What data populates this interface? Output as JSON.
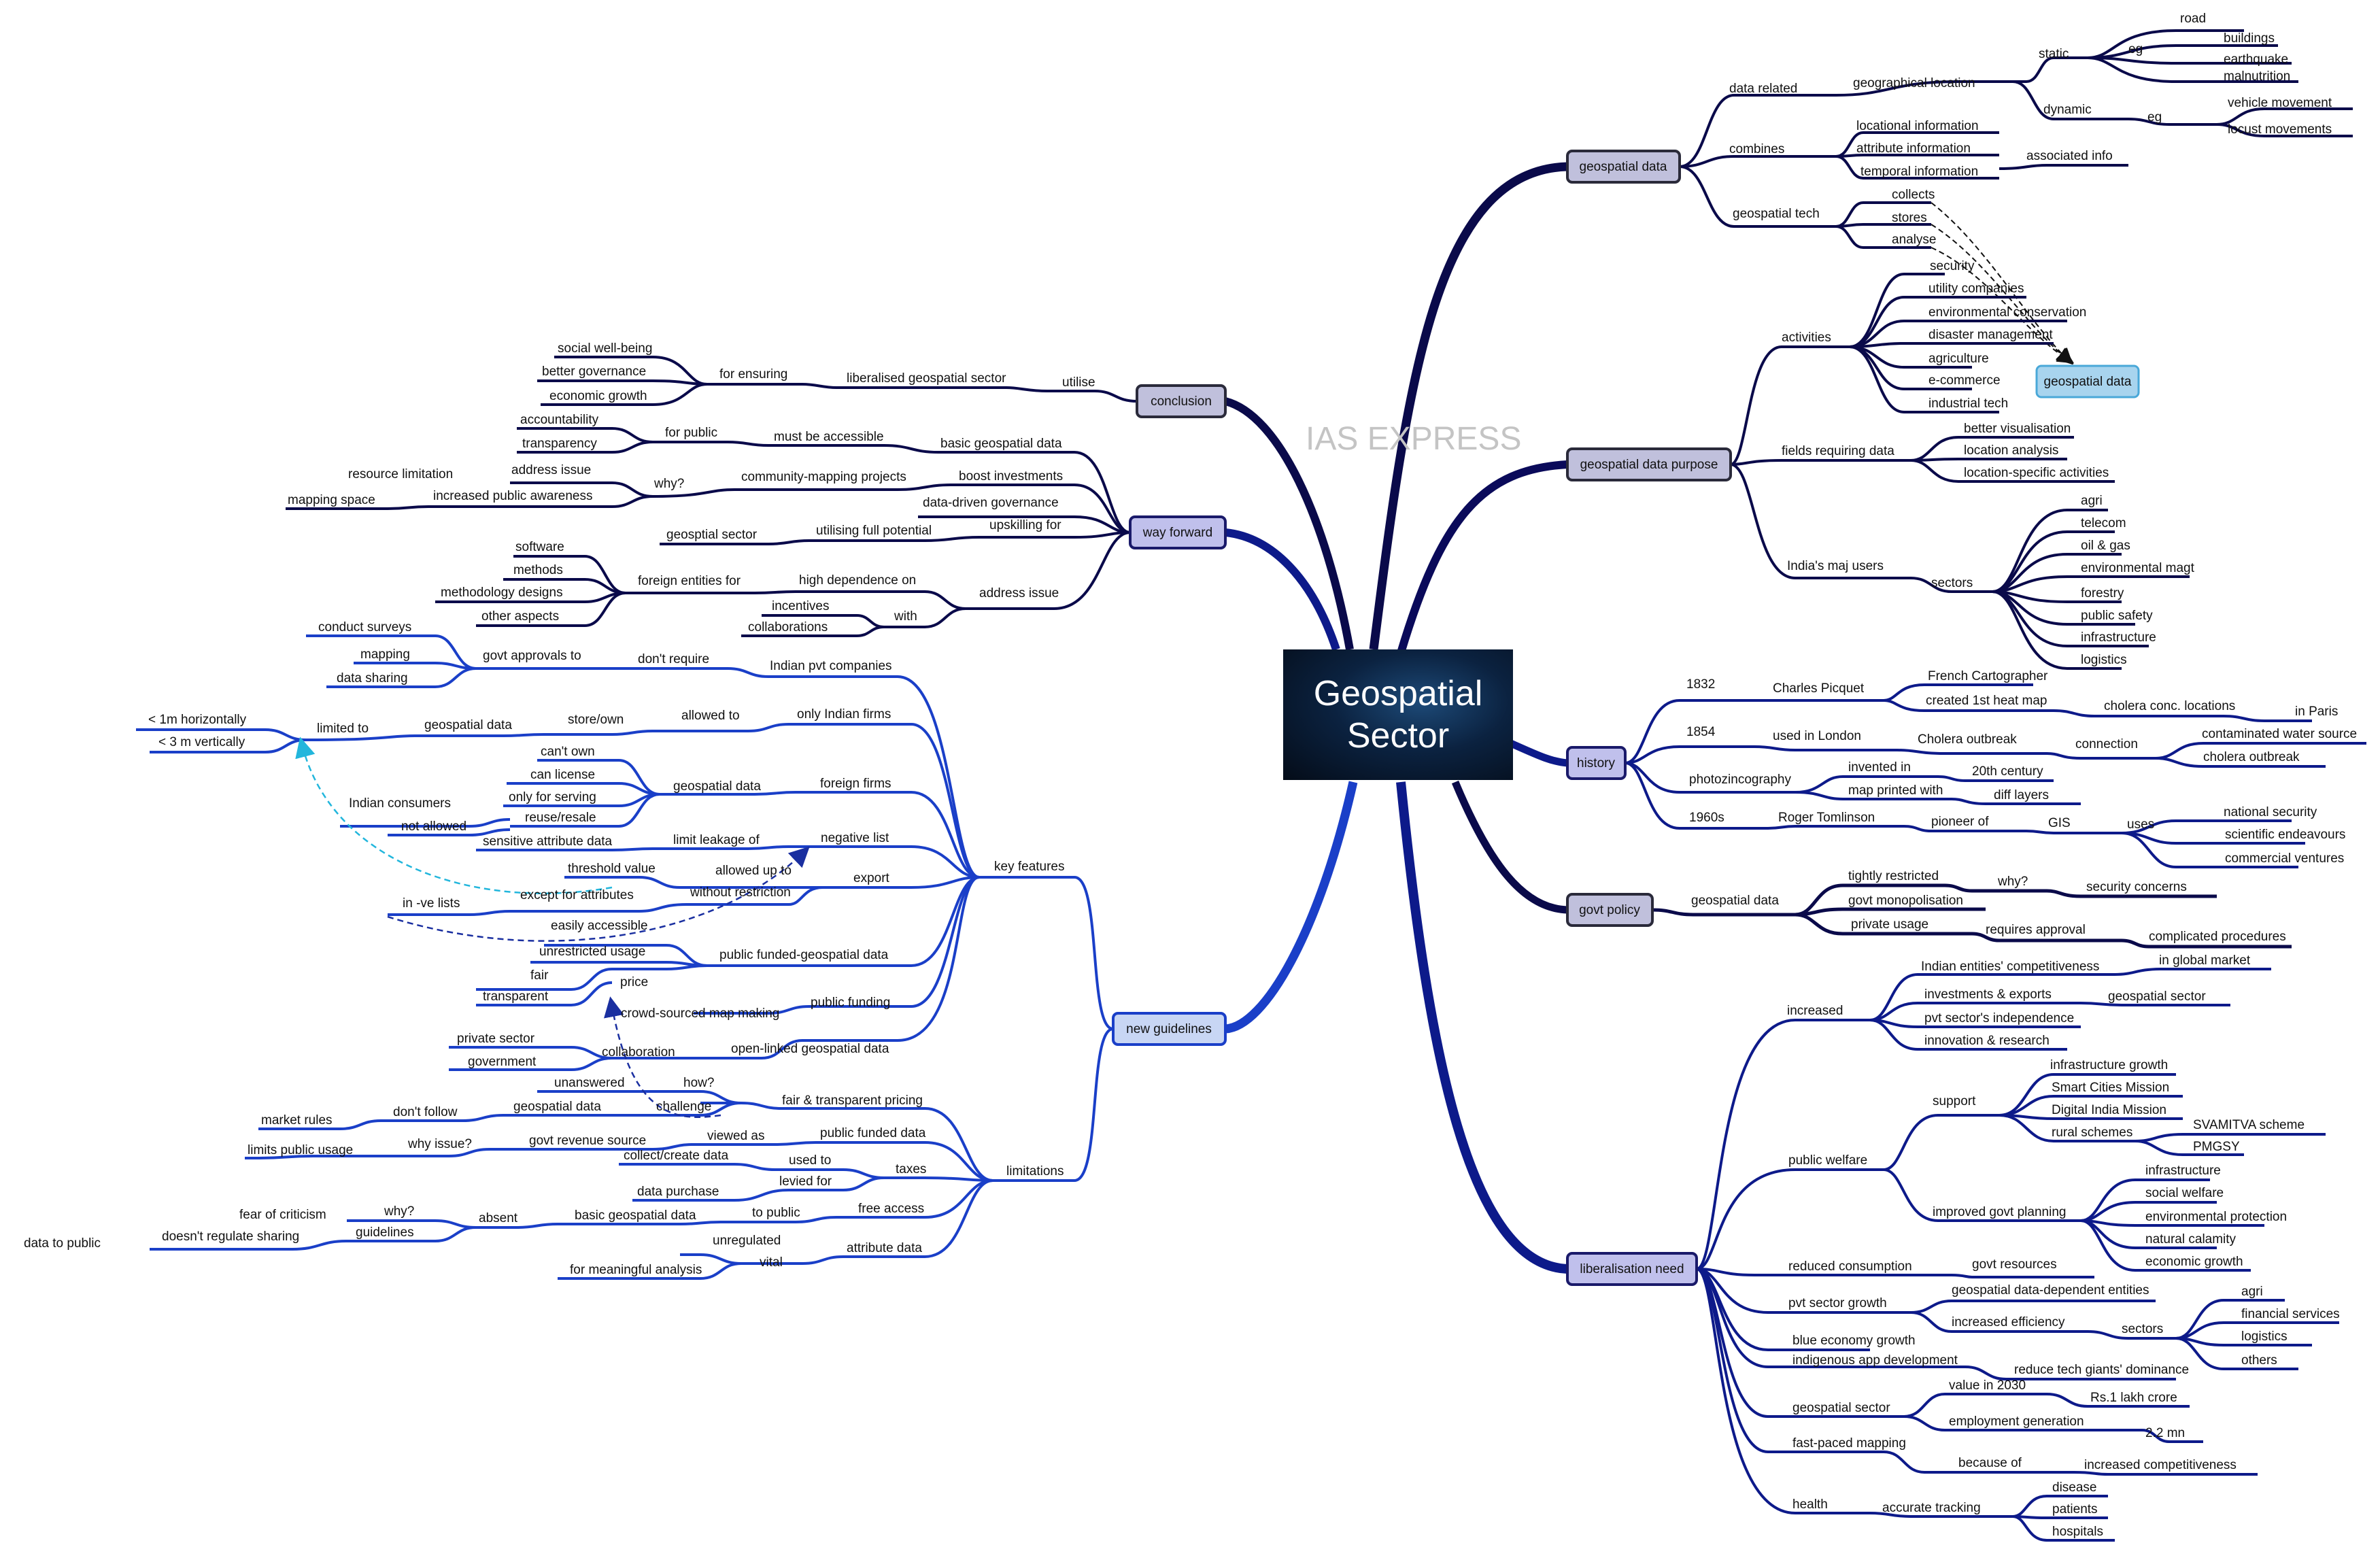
{
  "central": {
    "line1": "Geospatial",
    "line2": "Sector"
  },
  "watermark": "IAS EXPRESS",
  "colors": {
    "dark": "#0a0a4a",
    "navy": "#0d1a8a",
    "blue": "#1a3fc8",
    "main_topic_fill": "#c0c0dc",
    "blue_topic_fill": "#c8d6f4",
    "highlight_fill": "#a8d4ee"
  },
  "topics": {
    "geospatial_data": "geospatial data",
    "geospatial_data_purpose": "geospatial data purpose",
    "history": "history",
    "govt_policy": "govt policy",
    "liberalisation_need": "liberalisation need",
    "conclusion": "conclusion",
    "way_forward": "way forward",
    "new_guidelines": "new guidelines",
    "geospatial_data_callout": "geospatial data"
  },
  "labels": {
    "gd_data_related": "data related",
    "gd_geo_location": "geographical location",
    "gd_static": "static",
    "gd_eg1": "eg",
    "gd_road": "road",
    "gd_buildings": "buildings",
    "gd_earthquake": "earthquake",
    "gd_malnutrition": "malnutrition",
    "gd_dynamic": "dynamic",
    "gd_eg2": "eg",
    "gd_vehicle": "vehicle movement",
    "gd_locust": "locust movements",
    "gd_combines": "combines",
    "gd_locational": "locational information",
    "gd_attribute": "attribute information",
    "gd_temporal": "temporal information",
    "gd_associated": "associated info",
    "gd_geotech": "geospatial tech",
    "gd_collects": "collects",
    "gd_stores": "stores",
    "gd_analyse": "analyse",
    "gp_activities": "activities",
    "gp_security": "security",
    "gp_utility": "utility companies",
    "gp_env_cons": "environmental conservation",
    "gp_disaster": "disaster management",
    "gp_agriculture": "agriculture",
    "gp_ecommerce": "e-commerce",
    "gp_industrial": "industrial tech",
    "gp_fields": "fields requiring data",
    "gp_better_vis": "better visualisation",
    "gp_loc_analysis": "location analysis",
    "gp_loc_specific": "location-specific activities",
    "gp_india_users": "India's maj users",
    "gp_sectors": "sectors",
    "gp_agri": "agri",
    "gp_telecom": "telecom",
    "gp_oilgas": "oil & gas",
    "gp_env_magt": "environmental magt",
    "gp_forestry": "forestry",
    "gp_public_safety": "public safety",
    "gp_infrastructure": "infrastructure",
    "gp_logistics": "logistics",
    "hi_1832": "1832",
    "hi_charles": "Charles Picquet",
    "hi_french": "French Cartographer",
    "hi_heatmap": "created 1st heat map",
    "hi_cholera_loc": "cholera conc. locations",
    "hi_paris": "in Paris",
    "hi_1854": "1854",
    "hi_london": "used in London",
    "hi_cholera_out": "Cholera outbreak",
    "hi_connection": "connection",
    "hi_water": "contaminated water source",
    "hi_cholera_out2": "cholera outbreak",
    "hi_photo": "photozincography",
    "hi_invented": "invented in",
    "hi_20th": "20th century",
    "hi_map_printed": "map printed with",
    "hi_diff_layers": "diff layers",
    "hi_1960s": "1960s",
    "hi_roger": "Roger Tomlinson",
    "hi_pioneer": "pioneer of",
    "hi_gis": "GIS",
    "hi_uses": "uses",
    "hi_nat_sec": "national security",
    "hi_sci": "scientific endeavours",
    "hi_comm": "commercial ventures",
    "gv_geodata": "geospatial data",
    "gv_tight": "tightly restricted",
    "gv_why": "why?",
    "gv_security": "security concerns",
    "gv_monopol": "govt monopolisation",
    "gv_private": "private usage",
    "gv_approval": "requires approval",
    "gv_complicated": "complicated procedures",
    "ln_increased": "increased",
    "ln_indian_comp": "Indian entities' competitiveness",
    "ln_global": "in global market",
    "ln_invest_exp": "investments & exports",
    "ln_geo_sector": "geospatial sector",
    "ln_pvt_indep": "pvt sector's independence",
    "ln_innovation": "innovation & research",
    "ln_public_welfare": "public welfare",
    "ln_support": "support",
    "ln_infra_growth": "infrastructure growth",
    "ln_smart": "Smart Cities Mission",
    "ln_digital": "Digital India Mission",
    "ln_rural": "rural schemes",
    "ln_svamitva": "SVAMITVA scheme",
    "ln_pmgsy": "PMGSY",
    "ln_improved": "improved govt planning",
    "ln_infra": "infrastructure",
    "ln_social": "social welfare",
    "ln_env_prot": "environmental protection",
    "ln_natural": "natural calamity",
    "ln_econ_growth": "economic growth",
    "ln_reduced": "reduced consumption",
    "ln_govt_res": "govt resources",
    "ln_pvt_growth": "pvt sector growth",
    "ln_geo_dep": "geospatial data-dependent entities",
    "ln_inc_eff": "increased efficiency",
    "ln_sectors": "sectors",
    "ln_agri": "agri",
    "ln_financial": "financial services",
    "ln_logistics": "logistics",
    "ln_others": "others",
    "ln_blue": "blue economy growth",
    "ln_indigenous": "indigenous app development",
    "ln_tech_giants": "reduce tech giants' dominance",
    "ln_geo_sector2": "geospatial sector",
    "ln_value2030": "value in 2030",
    "ln_lakh": "Rs.1 lakh crore",
    "ln_employment": "employment generation",
    "ln_22mn": "2.2 mn",
    "ln_fast": "fast-paced mapping",
    "ln_because": "because of",
    "ln_inc_comp": "increased competitiveness",
    "ln_health": "health",
    "ln_accurate": "accurate tracking",
    "ln_disease": "disease",
    "ln_patients": "patients",
    "ln_hospitals": "hospitals",
    "co_utilise": "utilise",
    "co_liberalised": "liberalised geospatial sector",
    "co_for_ensuring": "for ensuring",
    "co_social": "social well-being",
    "co_governance": "better governance",
    "co_economic": "economic growth",
    "wf_basic": "basic geospatial data",
    "wf_accessible": "must be accessible",
    "wf_for_public": "for public",
    "wf_accountability": "accountability",
    "wf_transparency": "transparency",
    "wf_boost": "boost investments",
    "wf_community": "community-mapping projects",
    "wf_why": "why?",
    "wf_address_issue": "address issue",
    "wf_resource": "resource limitation",
    "wf_awareness": "increased public awareness",
    "wf_mapping_space": "mapping space",
    "wf_data_driven": "data-driven governance",
    "wf_upskilling": "upskilling for",
    "wf_full_potential": "utilising full potential",
    "wf_geo_sector": "geosptial sector",
    "wf_address_issue2": "address issue",
    "wf_high_dep": "high dependence on",
    "wf_foreign": "foreign entities for",
    "wf_software": "software",
    "wf_methods": "methods",
    "wf_methodology": "methodology designs",
    "wf_other": "other aspects",
    "wf_with": "with",
    "wf_incentives": "incentives",
    "wf_collab": "collaborations",
    "ng_key": "key features",
    "ng_indian_pvt": "Indian pvt companies",
    "ng_dont_require": "don't require",
    "ng_govt_approvals": "govt approvals to",
    "ng_surveys": "conduct surveys",
    "ng_mapping": "mapping",
    "ng_data_sharing": "data sharing",
    "ng_only_indian": "only Indian firms",
    "ng_allowed_to": "allowed to",
    "ng_store_own": "store/own",
    "ng_geodata": "geospatial data",
    "ng_limited_to": "limited to",
    "ng_1m": "< 1m horizontally",
    "ng_3m": "< 3 m vertically",
    "ng_foreign_firms": "foreign firms",
    "ng_geodata2": "geospatial data",
    "ng_cant_own": "can't own",
    "ng_can_license": "can license",
    "ng_only_serving": "only for serving",
    "ng_indian_consumers": "Indian consumers",
    "ng_reuse": "reuse/resale",
    "ng_not_allowed": "not allowed",
    "ng_negative_list": "negative list",
    "ng_limit_leakage": "limit leakage of",
    "ng_sensitive": "sensitive attribute data",
    "ng_export": "export",
    "ng_threshold": "threshold value",
    "ng_without_restriction": "without restriction",
    "ng_allowed_up_to": "allowed up to",
    "ng_except": "except for attributes",
    "ng_in_ve": "in -ve lists",
    "ng_public_funded": "public funded-geospatial data",
    "ng_easily": "easily accessible",
    "ng_unrestricted": "unrestricted usage",
    "ng_price": "price",
    "ng_fair": "fair",
    "ng_transparent": "transparent",
    "ng_public_funding": "public funding",
    "ng_crowd": "crowd-sourced map making",
    "ng_open_linked": "open-linked geospatial data",
    "ng_collaboration": "collaboration",
    "ng_private_sector": "private sector",
    "ng_government": "government",
    "ng_limitations": "limitations",
    "ng_fair_pricing": "fair & transparent pricing",
    "ng_how": "how?",
    "ng_unanswered": "unanswered",
    "ng_challenge": "challenge",
    "ng_geodata3": "geospatial data",
    "ng_dont_follow": "don't follow",
    "ng_market_rules": "market rules",
    "ng_public_funded_data": "public funded data",
    "ng_viewed_as": "viewed as",
    "ng_govt_revenue": "govt revenue source",
    "ng_why_issue": "why issue?",
    "ng_limits_usage": "limits public usage",
    "ng_taxes": "taxes",
    "ng_used_to": "used to",
    "ng_collect_create": "collect/create data",
    "ng_levied": "levied for",
    "ng_data_purchase": "data purchase",
    "ng_free_access": "free access",
    "ng_to_public": "to public",
    "ng_basic_geo": "basic geospatial data",
    "ng_absent": "absent",
    "ng_why2": "why?",
    "ng_fear": "fear of criticism",
    "ng_guidelines": "guidelines",
    "ng_doesnt": "doesn't regulate sharing",
    "ng_data_public": "data to public",
    "ng_attribute_data": "attribute data",
    "ng_unregulated": "unregulated",
    "ng_vital": "vital",
    "ng_meaningful": "for meaningful analysis"
  }
}
